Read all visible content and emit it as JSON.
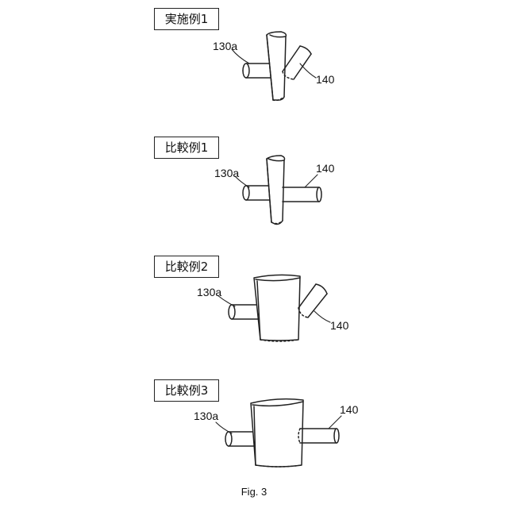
{
  "panels": [
    {
      "title": "実施例1",
      "label_left": "130a",
      "label_right": "140"
    },
    {
      "title": "比較例1",
      "label_left": "130a",
      "label_right": "140"
    },
    {
      "title": "比較例2",
      "label_left": "130a",
      "label_right": "140"
    },
    {
      "title": "比較例3",
      "label_left": "130a",
      "label_right": "140"
    }
  ],
  "caption": "Fig. 3"
}
